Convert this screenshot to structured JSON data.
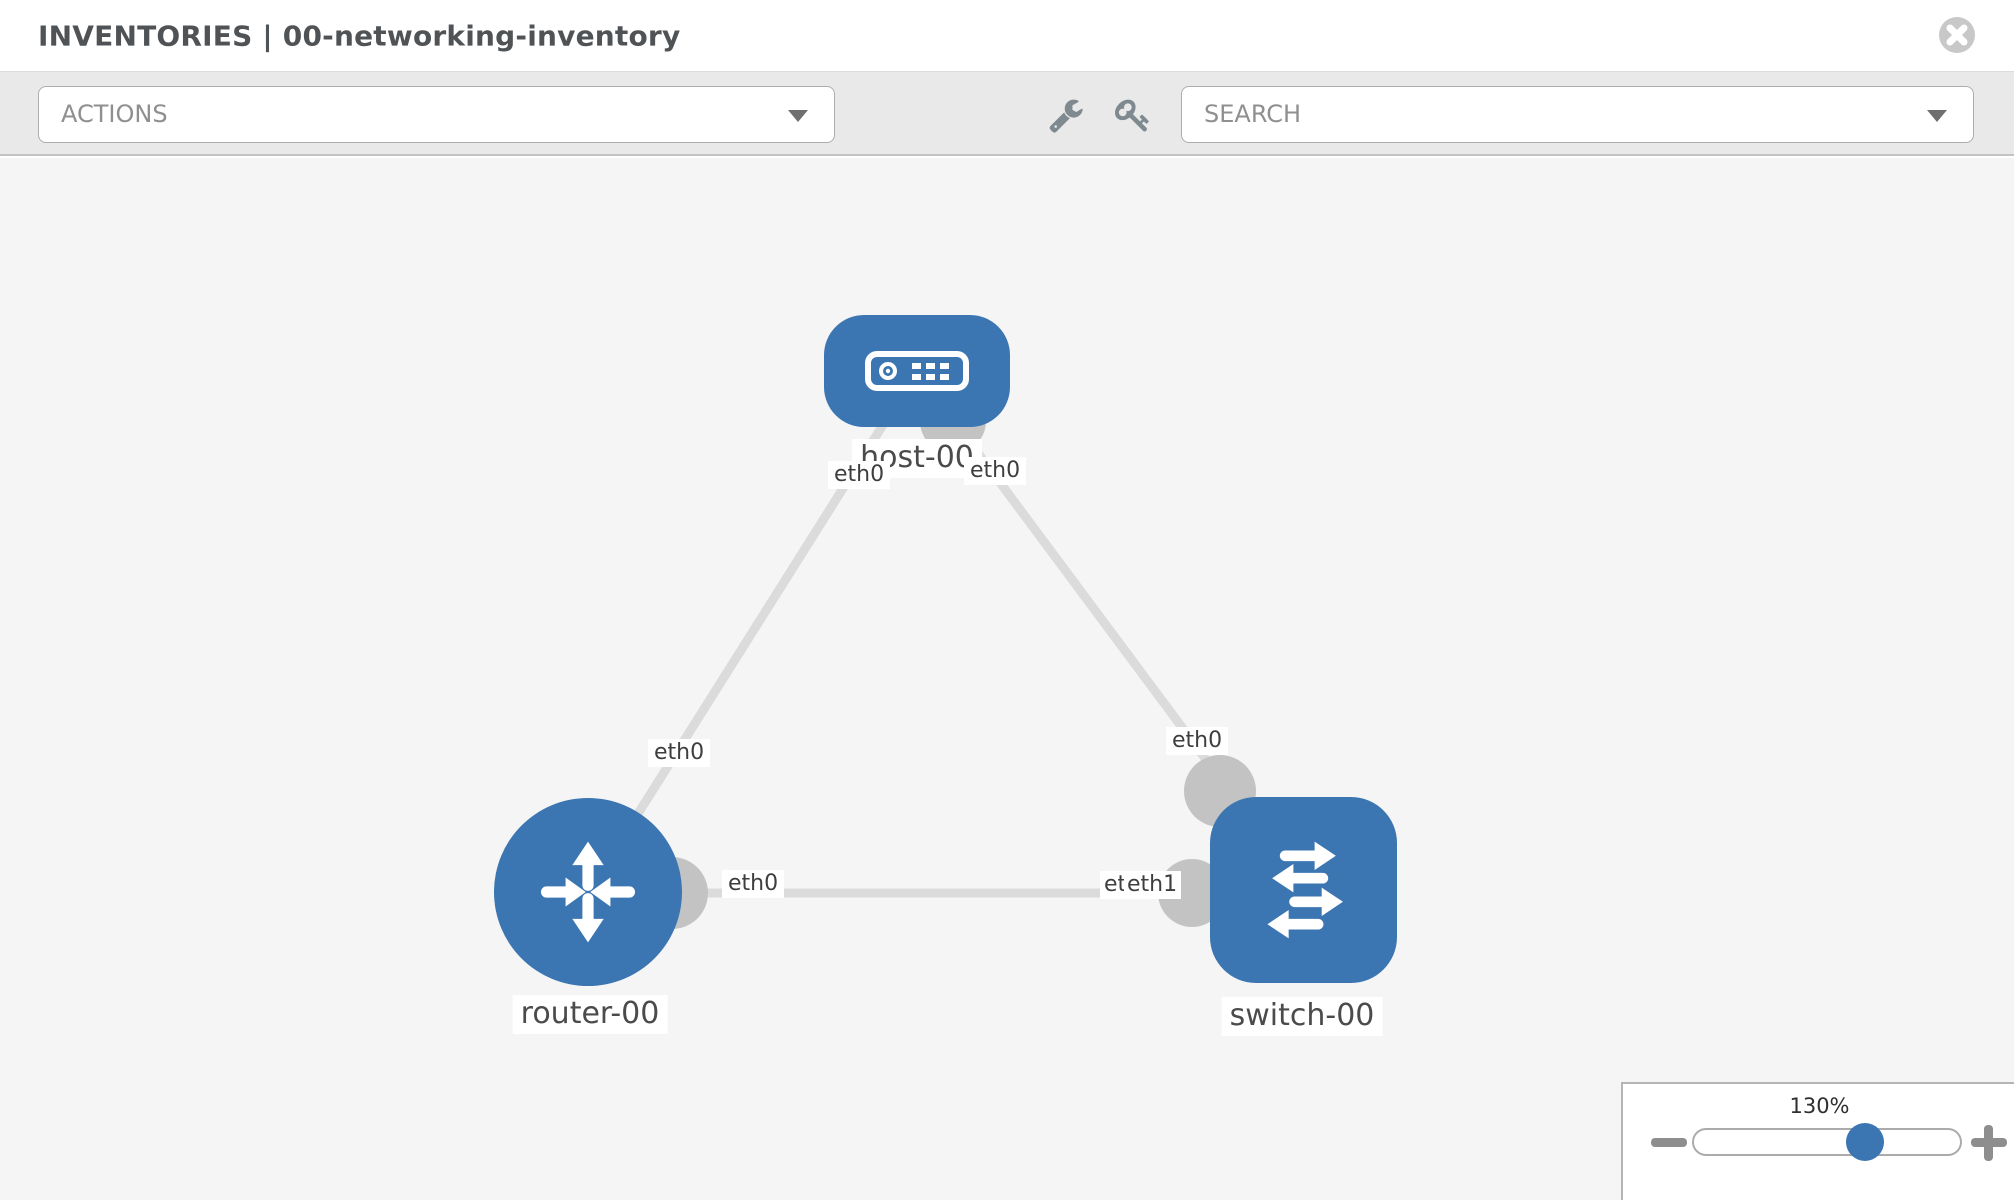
{
  "header": {
    "title": "INVENTORIES | 00-networking-inventory",
    "close_icon": "circle-x"
  },
  "toolbar": {
    "actions_label": "ACTIONS",
    "search_label": "SEARCH",
    "icons": [
      "wrench-icon",
      "key-icon"
    ]
  },
  "topology": {
    "nodes": [
      {
        "label": "host-00",
        "type": "host"
      },
      {
        "label": "router-00",
        "type": "router"
      },
      {
        "label": "switch-00",
        "type": "switch"
      }
    ],
    "links": [
      {
        "from": "router-00",
        "to": "host-00",
        "from_iface": "eth0",
        "to_iface": "eth0"
      },
      {
        "from": "host-00",
        "to": "switch-00",
        "from_iface": "eth0",
        "to_iface": "eth0"
      },
      {
        "from": "router-00",
        "to": "switch-00",
        "from_iface": "eth0",
        "to_iface": "eth1",
        "to_iface_underlay": "eth0"
      }
    ]
  },
  "zoom_control": {
    "level": "130%"
  },
  "colors": {
    "node_blue": "#3b76b2",
    "edge_gray": "#dbdbdb",
    "connector_gray": "#c3c3c3",
    "canvas_bg": "#f5f5f5"
  }
}
